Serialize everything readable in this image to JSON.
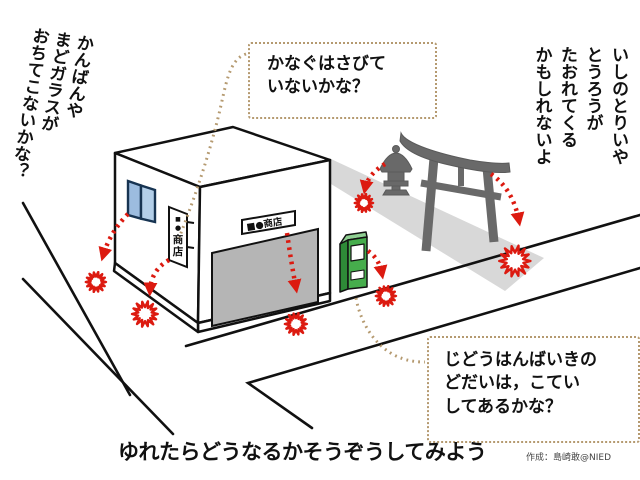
{
  "colors": {
    "red": "#dc1a10",
    "leader_tan": "#b59a70",
    "structure_gray": "#696969",
    "path_gray": "#d8d8d8",
    "shutter_gray": "#b5b5b5",
    "glass_blue": "#a9c6e4",
    "vending_green": "#46ad4c"
  },
  "annotations": {
    "left_note": "かんばんや\nまどガラスが\nおちてこないかな？",
    "right_note": "いしのとりいや\nとうろうが\nたおれてくる\nかもしれないよ",
    "kanagu_bubble": "かなぐはさびて\nいないかな？",
    "jihanki_bubble": "じどうはんばいきの\nどだいは，こてい\nしてあるかな？"
  },
  "building": {
    "front_sign": "■●商店",
    "side_sign": [
      "■",
      "●",
      "商",
      "店"
    ]
  },
  "footer": {
    "title": "ゆれたらどうなるかそうぞうしてみよう",
    "credit": "作成：島崎敢@NIED"
  }
}
